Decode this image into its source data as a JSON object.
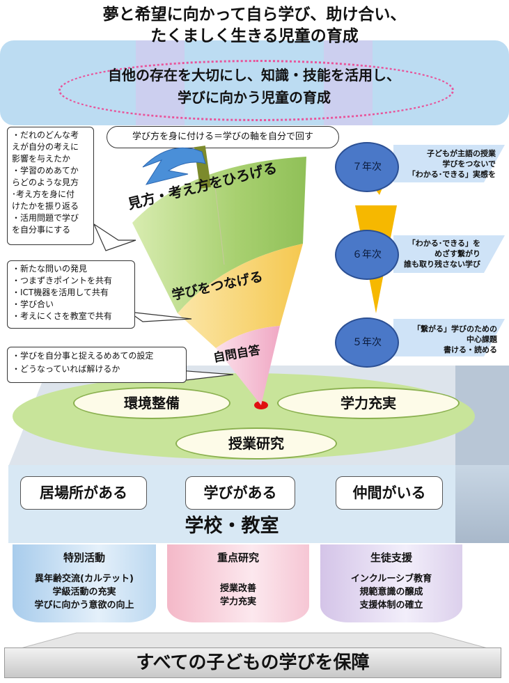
{
  "title": {
    "line1": "夢と希望に向かって自ら学び、助け合い、",
    "line2": "たくましく生きる児童の育成"
  },
  "vision": {
    "line1": "自他の存在を大切にし、知識・技能を活用し、",
    "line2": "学びに向かう児童の育成"
  },
  "axis_label": "学び方を身に付ける＝学びの軸を自分で回す",
  "cone": {
    "top": "見方・考え方をひろげる",
    "middle": "学びをつなげる",
    "bottom": "自問自答"
  },
  "callouts": {
    "top": [
      "・だれのどんな考",
      "えが自分の考えに",
      "影響を与えたか",
      "・学習のめあてか",
      "らどのような見方",
      "･考え方を身に付",
      "けたかを振り返る",
      "・活用問題で学び",
      "を自分事にする"
    ],
    "middle": [
      "・新たな問いの発見",
      "・つまずきポイントを共有",
      "・ICT機器を活用して共有",
      "・学び合い",
      "・考えにくさを教室で共有"
    ],
    "bottom": [
      "・学びを自分事と捉えるめあての設定",
      "・どうなっていれば解けるか"
    ]
  },
  "years": [
    {
      "label": "７年次",
      "note": [
        "子どもが主語の授業",
        "学びをつないで",
        "「わかる･できる」実感を"
      ]
    },
    {
      "label": "６年次",
      "note": [
        "「わかる･できる」を",
        "めざす繋がり",
        "誰も取り残さない学び"
      ]
    },
    {
      "label": "５年次",
      "note": [
        "「繋がる」学びのための",
        "中心課題",
        "書ける・読める"
      ]
    }
  ],
  "platform": {
    "left": "環境整備",
    "right": "学力充実",
    "center": "授業研究"
  },
  "school": {
    "pills": [
      "居場所がある",
      "学びがある",
      "仲間がいる"
    ],
    "title": "学校・教室"
  },
  "pillars": [
    {
      "title": "特別活動",
      "lines": [
        "異年齢交流(カルテット)",
        "学級活動の充実",
        "学びに向かう意欲の向上"
      ]
    },
    {
      "title": "重点研究",
      "lines": [
        "授業改善",
        "学力充実"
      ]
    },
    {
      "title": "生徒支援",
      "lines": [
        "インクルーシブ教育",
        "規範意識の醸成",
        "支援体制の確立"
      ]
    }
  ],
  "foundation": "すべての子どもの学びを保障",
  "colors": {
    "vision_band": "#bcdcf2",
    "cone_top": "#a8d070",
    "cone_middle": "#f8d070",
    "cone_bottom": "#f4b8d0",
    "year_circle": "#4a78c8",
    "arrow": "#4a8fd8",
    "platform": "#c8e49a"
  }
}
